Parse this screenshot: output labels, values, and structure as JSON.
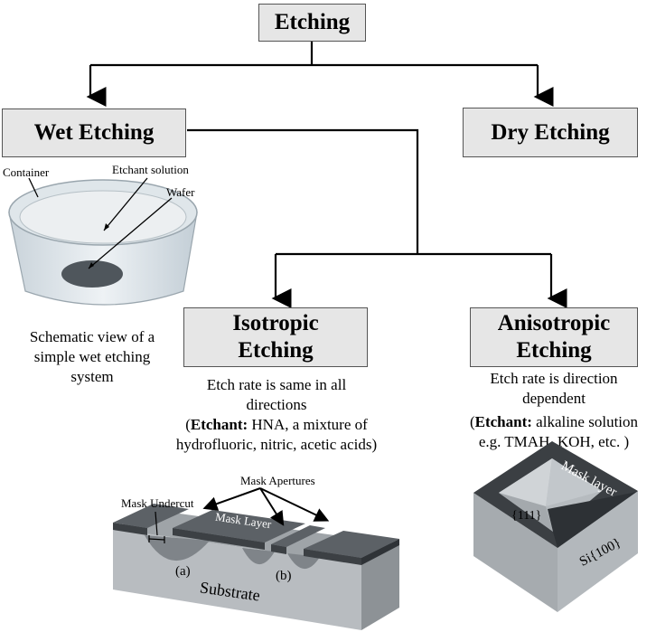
{
  "root": {
    "title": "Etching"
  },
  "wet": {
    "title": "Wet Etching",
    "labels": {
      "container": "Container",
      "solution": "Etchant solution",
      "wafer": "Wafer"
    },
    "caption": [
      "Schematic view of a",
      "simple wet etching",
      "system"
    ]
  },
  "dry": {
    "title": "Dry Etching"
  },
  "iso": {
    "title": [
      "Isotropic",
      "Etching"
    ],
    "desc": [
      "Etch rate is same in all",
      "directions"
    ],
    "etchant_label": "Etchant:",
    "etchant_rest": " HNA, a mixture of",
    "etchant_line2": "hydrofluoric, nitric, acetic acids)",
    "figure": {
      "undercut": "Mask Undercut",
      "apertures": "Mask Apertures",
      "mask_layer": "Mask Layer",
      "a": "(a)",
      "b": "(b)",
      "substrate": "Substrate"
    }
  },
  "aniso": {
    "title": [
      "Anisotropic",
      "Etching"
    ],
    "desc": [
      "Etch rate is direction",
      "dependent"
    ],
    "etchant_label": "Etchant:",
    "etchant_rest": " alkaline solution",
    "etchant_line2": "e.g. TMAH, KOH, etc. )",
    "figure": {
      "mask_layer": "Mask layer",
      "plane": "{111}",
      "substrate": "Si{100}"
    }
  }
}
